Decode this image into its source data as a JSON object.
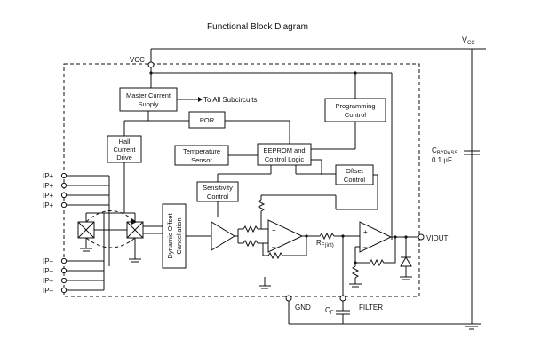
{
  "title": "Functional Block Diagram",
  "labels": {
    "vcc_top": "V",
    "vcc_top_sub": "CC",
    "vcc_inner": "VCC",
    "cbypass_line1": "C",
    "cbypass_line1_sub": "BYPASS",
    "cbypass_line2": "0.1 µF",
    "to_all_subcircuits": "To All Subcircuits",
    "viout": "VIOUT",
    "gnd": "GND",
    "filter": "FILTER",
    "cf": "C",
    "cf_sub": "F",
    "rf": "R",
    "rf_sub": "F(int)"
  },
  "blocks": {
    "master_current_line1": "Master Current",
    "master_current_line2": "Supply",
    "por": "POR",
    "programming_line1": "Programming",
    "programming_line2": "Control",
    "hall_line1": "Hall",
    "hall_line2": "Current",
    "hall_line3": "Drive",
    "temp_line1": "Temperature",
    "temp_line2": "Sensor",
    "eeprom_line1": "EEPROM and",
    "eeprom_line2": "Control Logic",
    "offset_line1": "Offset",
    "offset_line2": "Control",
    "sensitivity_line1": "Sensitivity",
    "sensitivity_line2": "Control",
    "dynamic_line1": "Dynamic Offset",
    "dynamic_line2": "Cancellation"
  },
  "pins": {
    "ip_plus": [
      "IP+",
      "IP+",
      "IP+",
      "IP+"
    ],
    "ip_minus": [
      "IP–",
      "IP–",
      "IP–",
      "IP–"
    ]
  },
  "amp_signs": {
    "plus": "+",
    "minus": "–"
  }
}
